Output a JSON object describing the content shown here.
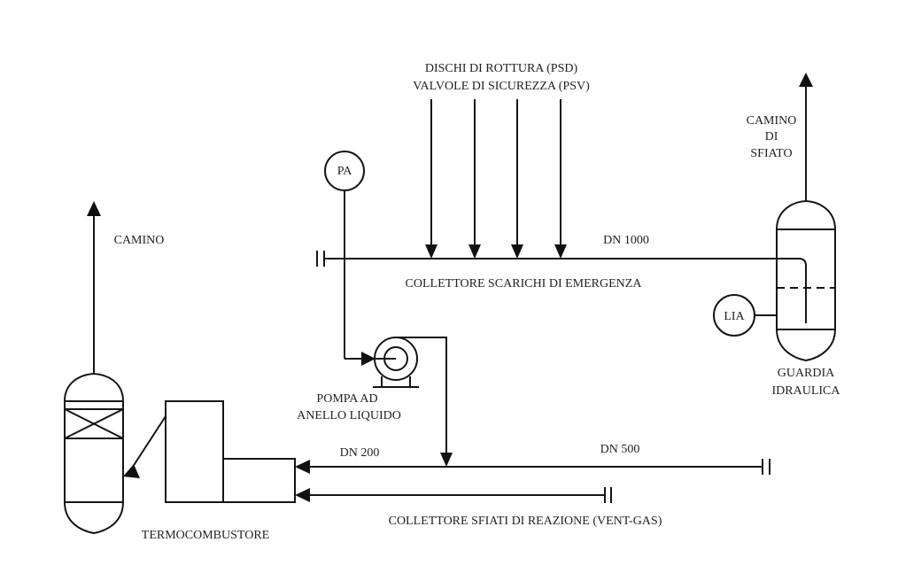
{
  "diagram": {
    "type": "process-flow-diagram",
    "labels": {
      "psd": "DISCHI DI ROTTURA (PSD)",
      "psv": "VALVOLE DI SICUREZZA (PSV)",
      "pa": "PA",
      "dn1000": "DN 1000",
      "emergency_header": "COLLETTORE SCARICHI DI EMERGENZA",
      "vent_stack_1": "CAMINO",
      "vent_stack_2": "DI",
      "vent_stack_3": "SFIATO",
      "lia": "LIA",
      "hydraulic_guard_1": "GUARDIA",
      "hydraulic_guard_2": "IDRAULICA",
      "pump_1": "POMPA AD",
      "pump_2": "ANELLO LIQUIDO",
      "dn200": "DN 200",
      "dn500": "DN 500",
      "vent_gas_header": "COLLETTORE SFIATI DI REAZIONE (VENT-GAS)",
      "stack": "CAMINO",
      "thermal_oxidizer": "TERMOCOMBUSTORE"
    },
    "equipment": [
      {
        "id": "guardia-idraulica",
        "name": "GUARDIA IDRAULICA",
        "instrument": "LIA"
      },
      {
        "id": "pompa-anello-liquido",
        "name": "POMPA AD ANELLO LIQUIDO",
        "instrument": "PA"
      },
      {
        "id": "termocombustore",
        "name": "TERMOCOMBUSTORE"
      }
    ],
    "relief_inlets_count": 4,
    "colors": {
      "line": "#151515",
      "text": "#222222",
      "background": "#ffffff"
    }
  }
}
